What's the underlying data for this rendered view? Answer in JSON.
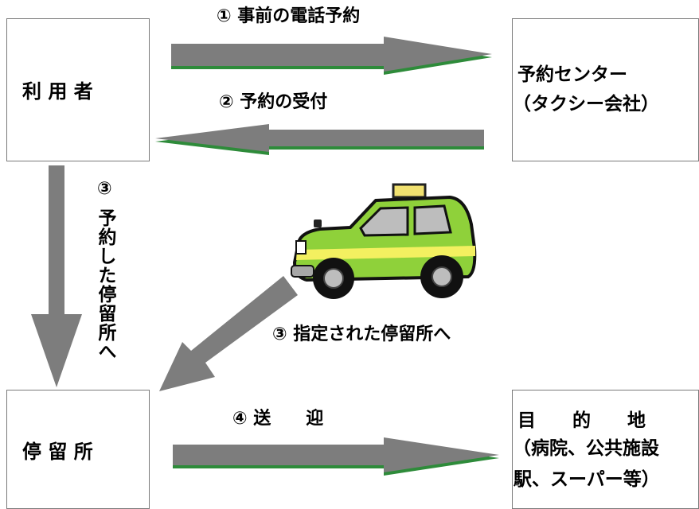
{
  "boxes": {
    "user": "利 用 者",
    "center_line1": "予約センター",
    "center_line2": "（タクシー会社）",
    "stop": "停 留 所",
    "dest_line1": "目　　的　　地",
    "dest_line2": "（病院、公共施設",
    "dest_line3": "駅、スーパー等）"
  },
  "steps": {
    "step1": "① 事前の電話予約",
    "step2": "② 予約の受付",
    "step3_num": "③",
    "step3_vertical": "予約した停留所へ",
    "step3_taxi": "③ 指定された停留所へ",
    "step4": "④ 送　　迎"
  },
  "colors": {
    "arrow_fill": "#7d7d7d",
    "arrow_shadow": "#2e8b3a",
    "box_border": "#7a7a7a",
    "taxi_body": "#8fd13a",
    "taxi_stripe": "#f3f060",
    "taxi_sign": "#f1e170"
  }
}
